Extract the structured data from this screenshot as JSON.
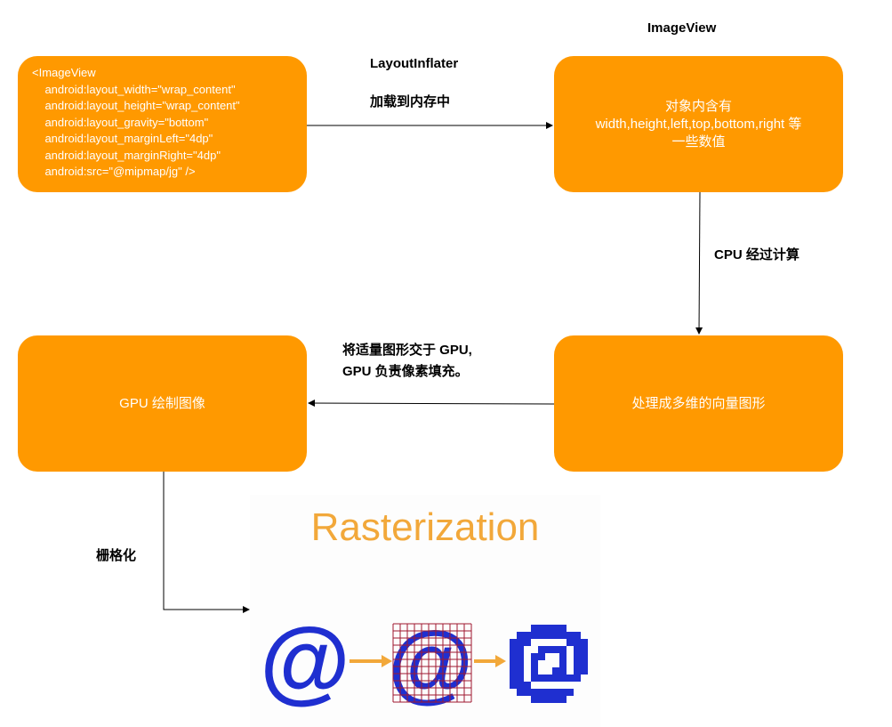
{
  "xml_box": {
    "lines": [
      "<ImageView",
      "    android:layout_width=\"wrap_content\"",
      "    android:layout_height=\"wrap_content\"",
      "    android:layout_gravity=\"bottom\"",
      "    android:layout_marginLeft=\"4dp\"",
      "    android:layout_marginRight=\"4dp\"",
      "    android:src=\"@mipmap/jg\" />"
    ]
  },
  "imageview_label": "ImageView",
  "object_box": {
    "line1": "对象内含有",
    "line2": "width,height,left,top,bottom,right 等",
    "line3": "一些数值"
  },
  "edge_labels": {
    "inflater": "LayoutInflater",
    "memory": "加载到内存中",
    "cpu": "CPU 经过计算",
    "gpu_line1": "将适量图形交于 GPU,",
    "gpu_line2": "GPU 负责像素填充。",
    "raster": "栅格化"
  },
  "vector_box": {
    "text": "处理成多维的向量图形"
  },
  "gpu_box": {
    "text": "GPU 绘制图像"
  },
  "raster_panel": {
    "title": "Rasterization",
    "symbol": "@"
  },
  "colors": {
    "box_fill": "#ff9900",
    "title_color": "#f2a83a",
    "glyph_blue": "#1f2fd0",
    "grid_red": "#a01830"
  }
}
